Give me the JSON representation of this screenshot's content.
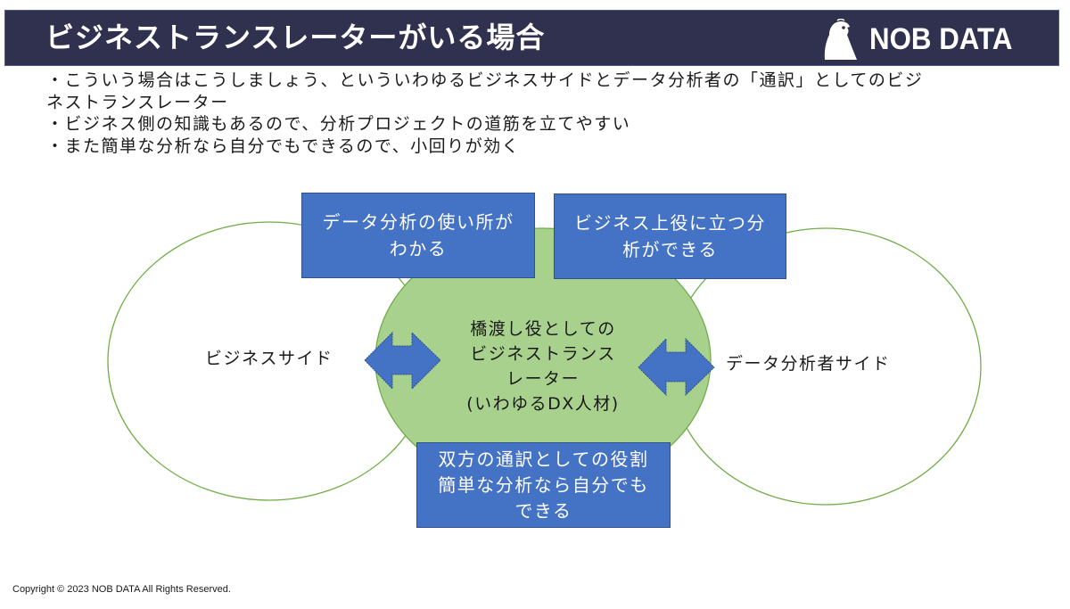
{
  "header": {
    "title": "ビジネストランスレーターがいる場合",
    "logo_text": "NOB DATA",
    "logo_icon": "bird-mascot-icon",
    "background_color": "#30314f"
  },
  "bullets": [
    "・こういう場合はこうしましょう、といういわゆるビジネスサイドとデータ分析者の「通訳」としてのビジ",
    "ネストランスレーター",
    "・ビジネス側の知識もあるので、分析プロジェクトの道筋を立てやすい",
    "・また簡単な分析なら自分でもできるので、小回りが効く"
  ],
  "diagram": {
    "left_side_label": "ビジネスサイド",
    "right_side_label": "データ分析者サイド",
    "center": {
      "lines": [
        "橋渡し役としての",
        "ビジネストランス",
        "レーター",
        "(いわゆるDX人材)"
      ]
    },
    "top_left_box": {
      "lines": [
        "データ分析の使い所が",
        "わかる"
      ]
    },
    "top_right_box": {
      "lines": [
        "ビジネス上役に立つ分",
        "析ができる"
      ]
    },
    "bottom_box": {
      "lines": [
        "双方の通訳としての役割",
        "簡単な分析なら自分でも",
        "できる"
      ]
    },
    "arrows": [
      "double-arrow-icon",
      "double-arrow-icon"
    ],
    "colors": {
      "box_fill": "#4472c4",
      "center_fill": "#a9d18e",
      "ellipse_stroke": "#70ad47"
    }
  },
  "footer": {
    "copyright": "Copyright © 2023 NOB DATA All Rights Reserved."
  }
}
